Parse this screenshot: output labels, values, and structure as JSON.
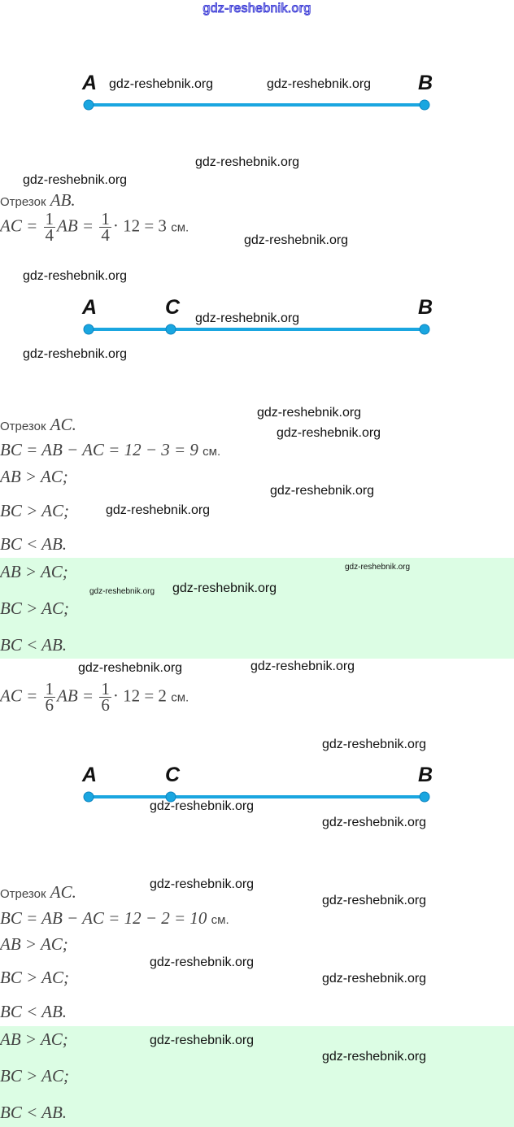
{
  "header": {
    "watermark": "gdz-reshebnik.org"
  },
  "watermark": "gdz-reshebnik.org",
  "segments": [
    {
      "points": [
        "A",
        "B"
      ]
    },
    {
      "points": [
        "A",
        "C",
        "B"
      ]
    },
    {
      "points": [
        "A",
        "C",
        "B"
      ]
    }
  ],
  "part1": {
    "caption": "Отрезок",
    "caption_math": "AB.",
    "formula": {
      "lhs": "AC =",
      "frac1_num": "1",
      "frac1_den": "4",
      "mid": "AB =",
      "frac2_num": "1",
      "frac2_den": "4",
      "rest": "· 12 = 3",
      "unit": "см."
    }
  },
  "part2": {
    "caption": "Отрезок",
    "caption_math": "AC.",
    "formula": {
      "text": "BC = AB − AC = 12 − 3 = 9",
      "unit": "см."
    },
    "lines": [
      "AB > AC;",
      "BC > AC;",
      "BC < AB."
    ],
    "answer": [
      "AB > AC;",
      "BC > AC;",
      "BC < AB."
    ]
  },
  "part3": {
    "formula": {
      "lhs": "AC =",
      "frac1_num": "1",
      "frac1_den": "6",
      "mid": "AB =",
      "frac2_num": "1",
      "frac2_den": "6",
      "rest": "· 12 = 2",
      "unit": "см."
    }
  },
  "part4": {
    "caption": "Отрезок",
    "caption_math": "AC.",
    "formula": {
      "text": "BC = AB − AC = 12 − 2 = 10",
      "unit": "см."
    },
    "lines": [
      "AB > AC;",
      "BC > AC;",
      "BC < AB."
    ],
    "answer": [
      "AB > AC;",
      "BC > AC;",
      "BC < AB."
    ]
  },
  "colors": {
    "segment": "#1aa6e0",
    "answer_bg": "#dcfde4",
    "header": "#3b3bd6"
  }
}
